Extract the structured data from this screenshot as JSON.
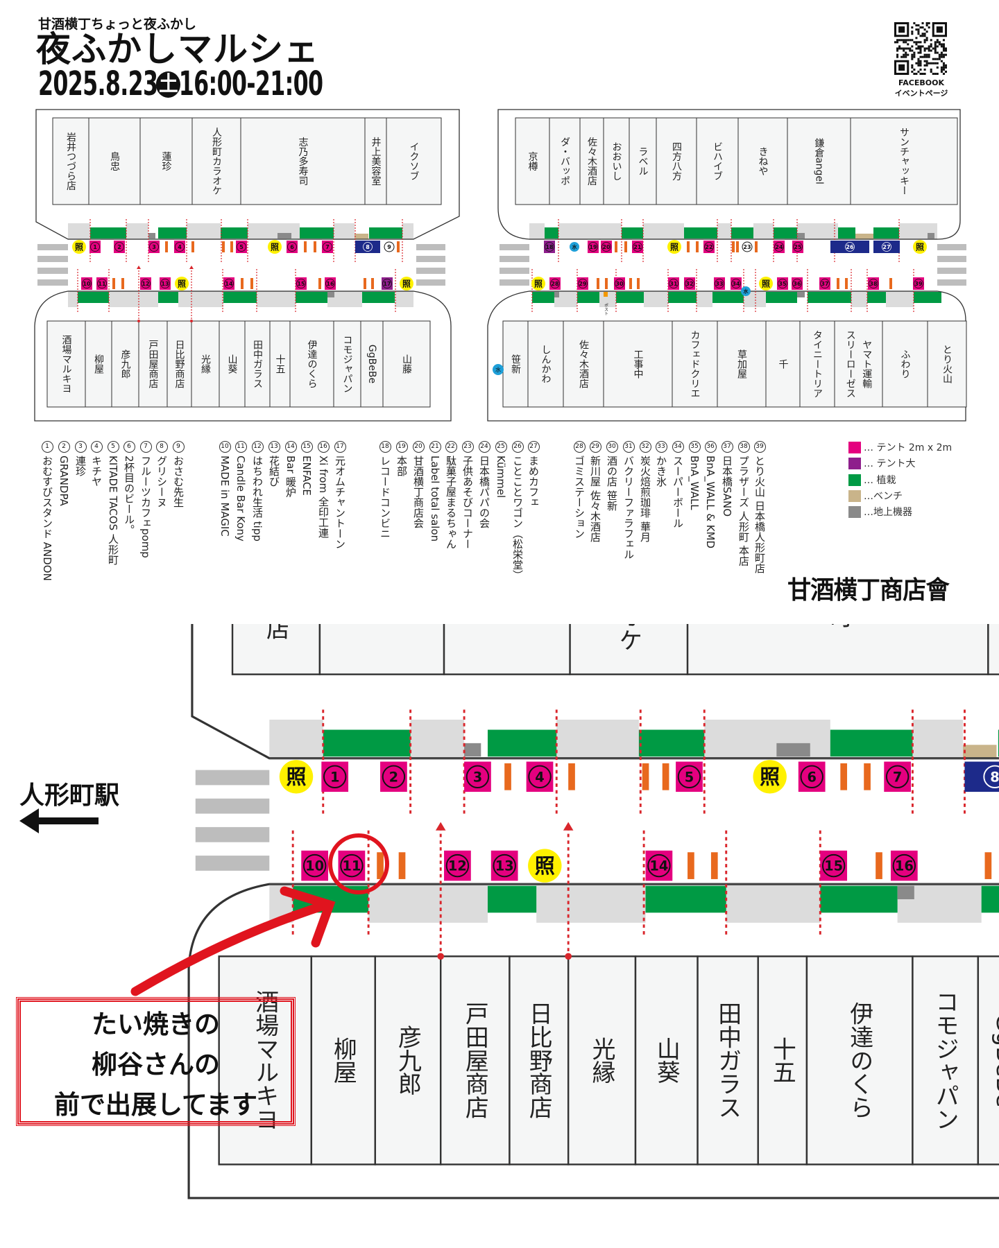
{
  "header": {
    "subtitle": "甘酒横丁ちょっと夜ふかし",
    "title": "夜ふかしマルシェ",
    "date": "2025.8.23",
    "day_of_week": "土",
    "time": "16:00-21:00"
  },
  "qr": {
    "line1": "FACEBOOK",
    "line2": "イベントページ"
  },
  "colors": {
    "tent": "#e4007f",
    "tent_large": "#8e1e8c",
    "planter": "#009a44",
    "bench": "#c9b48a",
    "equipment": "#8a8a8a",
    "light": "#fff100",
    "water": "#1e9fd8",
    "navy": "#1d2a8a",
    "annotation": "#e0141e",
    "orange": "#e8691e"
  },
  "maps": {
    "left": {
      "top_shops": [
        "岩井つづら店",
        "鳥忠",
        "蓮珍",
        "人形町カラオケ",
        "志乃多寿司",
        "井上美容室",
        "イクソブ"
      ],
      "bottom_shops": [
        "酒場マルキヨ",
        "柳屋",
        "彦九郎",
        "戸田屋商店",
        "日比野商店",
        "光縁",
        "山葵",
        "田中ガラス",
        "十五",
        "伊達のくら",
        "コモジャパン",
        "GgBeBe",
        "山藤"
      ],
      "top_stalls": [
        {
          "label": "照",
          "type": "light"
        },
        {
          "label": "1",
          "type": "tent"
        },
        {
          "label": "2",
          "type": "tent"
        },
        {
          "label": "3",
          "type": "tent"
        },
        {
          "label": "4",
          "type": "tent"
        },
        {
          "label": "5",
          "type": "tent"
        },
        {
          "label": "照",
          "type": "light"
        },
        {
          "label": "6",
          "type": "tent"
        },
        {
          "label": "7",
          "type": "tent"
        },
        {
          "label": "8",
          "type": "navy"
        },
        {
          "label": "9",
          "type": "plain"
        }
      ],
      "bottom_stalls": [
        {
          "label": "10",
          "type": "tent"
        },
        {
          "label": "11",
          "type": "tent"
        },
        {
          "label": "12",
          "type": "tent"
        },
        {
          "label": "13",
          "type": "tent"
        },
        {
          "label": "照",
          "type": "light"
        },
        {
          "label": "14",
          "type": "tent"
        },
        {
          "label": "15",
          "type": "tent"
        },
        {
          "label": "16",
          "type": "tent"
        },
        {
          "label": "17",
          "type": "tent_large"
        },
        {
          "label": "照",
          "type": "light"
        }
      ]
    },
    "right": {
      "top_shops": [
        "京樽",
        "ダ・バッポ",
        "佐々木酒店",
        "おおいし",
        "ラベル",
        "四方八方",
        "ビハイブ",
        "きねや",
        "鎌倉angel",
        "サンチャッキー"
      ],
      "bottom_shops": [
        "笹新",
        "しんかわ",
        "佐々木酒店",
        "工事中",
        "カフェドクリエ",
        "草加屋",
        "千",
        "タイニートリア",
        [
          "スリーローゼス",
          "ヤマト運輸"
        ],
        "ふわり",
        "とり火山"
      ],
      "post_label": "ポスト",
      "water_label": "水",
      "top_stalls": [
        {
          "label": "18",
          "type": "tent_large"
        },
        {
          "label": "水",
          "type": "water"
        },
        {
          "label": "19",
          "type": "tent"
        },
        {
          "label": "20",
          "type": "tent"
        },
        {
          "label": "21",
          "type": "tent"
        },
        {
          "label": "照",
          "type": "light"
        },
        {
          "label": "22",
          "type": "tent"
        },
        {
          "label": "23",
          "type": "plain"
        },
        {
          "label": "24",
          "type": "tent"
        },
        {
          "label": "25",
          "type": "tent"
        },
        {
          "label": "26",
          "type": "navy"
        },
        {
          "label": "27",
          "type": "navy"
        },
        {
          "label": "照",
          "type": "light"
        }
      ],
      "bottom_stalls": [
        {
          "label": "照",
          "type": "light"
        },
        {
          "label": "28",
          "type": "tent"
        },
        {
          "label": "29",
          "type": "tent"
        },
        {
          "label": "30",
          "type": "tent"
        },
        {
          "label": "31",
          "type": "tent"
        },
        {
          "label": "32",
          "type": "tent"
        },
        {
          "label": "33",
          "type": "tent"
        },
        {
          "label": "34",
          "type": "tent"
        },
        {
          "label": "水",
          "type": "water"
        },
        {
          "label": "照",
          "type": "light"
        },
        {
          "label": "35",
          "type": "tent"
        },
        {
          "label": "36",
          "type": "tent"
        },
        {
          "label": "37",
          "type": "tent"
        },
        {
          "label": "38",
          "type": "tent"
        },
        {
          "label": "39",
          "type": "tent"
        }
      ]
    }
  },
  "vendor_list": [
    {
      "num": "1",
      "name": "おむすびスタンド ANDON"
    },
    {
      "num": "2",
      "name": "GRANDPA"
    },
    {
      "num": "3",
      "name": "連珍"
    },
    {
      "num": "4",
      "name": "キチヤ"
    },
    {
      "num": "5",
      "name": "KITADE TACOS 人形町"
    },
    {
      "num": "6",
      "name": "2杯目のビール。"
    },
    {
      "num": "7",
      "name": "フルーツカフェpomp"
    },
    {
      "num": "8",
      "name": "グリシーヌ"
    },
    {
      "num": "9",
      "name": "おさむ先生"
    },
    {
      "num": "10",
      "name": "MADE in MAGIC"
    },
    {
      "num": "11",
      "name": "Candle Bar Kony"
    },
    {
      "num": "12",
      "name": "はちわれ生活 tipp"
    },
    {
      "num": "13",
      "name": "花結び"
    },
    {
      "num": "14",
      "name": "Bar 暖炉"
    },
    {
      "num": "15",
      "name": "ENFACE"
    },
    {
      "num": "16",
      "name": "Xi from 全印工連"
    },
    {
      "num": "17",
      "name": "元オムチャントーン"
    },
    {
      "num": "18",
      "name": "レコードコンビニ"
    },
    {
      "num": "19",
      "name": "本部"
    },
    {
      "num": "20",
      "name": "甘酒横丁商店会"
    },
    {
      "num": "21",
      "name": "Label total salon"
    },
    {
      "num": "22",
      "name": "駄菓子屋まるちゃん"
    },
    {
      "num": "23",
      "name": "子供あそびコーナー"
    },
    {
      "num": "24",
      "name": "日本橋パパの会"
    },
    {
      "num": "25",
      "name": "Kümmel"
    },
    {
      "num": "26",
      "name": "ことことワゴン（松栄堂）"
    },
    {
      "num": "27",
      "name": "まめカフェ"
    },
    {
      "num": "28",
      "name": "ゴミステーション"
    },
    {
      "num": "29",
      "name": "新川屋 佐々木酒店"
    },
    {
      "num": "30",
      "name": "酒の店 笹新"
    },
    {
      "num": "31",
      "name": "バクリーファラフェル"
    },
    {
      "num": "32",
      "name": "炭火焙煎珈琲 華月"
    },
    {
      "num": "33",
      "name": "かき氷"
    },
    {
      "num": "34",
      "name": "スーパーボール"
    },
    {
      "num": "35",
      "name": "BnA_WALL"
    },
    {
      "num": "36",
      "name": "BnA_WALL & KMD"
    },
    {
      "num": "37",
      "name": "日本橋SANO"
    },
    {
      "num": "38",
      "name": "プラザーズ 人形町 本店"
    },
    {
      "num": "39",
      "name": "とり火山 日本橋人形町店"
    }
  ],
  "legend": [
    {
      "label": "… テント 2m x 2m",
      "color": "#e4007f"
    },
    {
      "label": "… テント大",
      "color": "#8e1e8c"
    },
    {
      "label": "… 植栽",
      "color": "#009a44"
    },
    {
      "label": "…ベンチ",
      "color": "#c9b48a"
    },
    {
      "label": "…地上機器",
      "color": "#8a8a8a"
    }
  ],
  "association_logo": "甘酒横丁商店會",
  "annotation": {
    "station": "人形町駅",
    "callout_lines": [
      "たい焼きの",
      "柳谷さんの",
      "前で出展してます"
    ],
    "highlighted_stall": "11"
  }
}
